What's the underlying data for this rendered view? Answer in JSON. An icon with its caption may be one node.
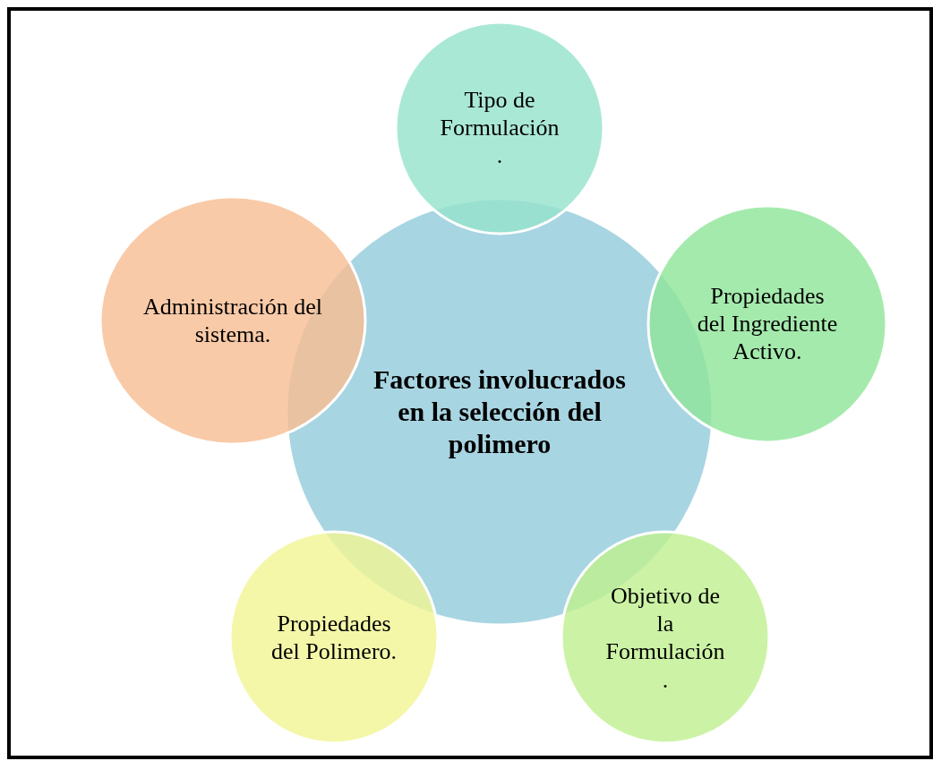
{
  "diagram": {
    "nodes": [
      {
        "text": [
          "Tipo de Formulación ."
        ]
      },
      {
        "text": [
          "Administración del sistema."
        ]
      },
      {
        "text": [
          "Propiedades del Ingrediente Activo."
        ]
      },
      {
        "text": [
          "Factores involucrados en la selección del polimero"
        ]
      },
      {
        "text": [
          "Propiedades del Polimero."
        ]
      },
      {
        "text": [
          "Objetivo de la Formulación ."
        ]
      }
    ]
  }
}
